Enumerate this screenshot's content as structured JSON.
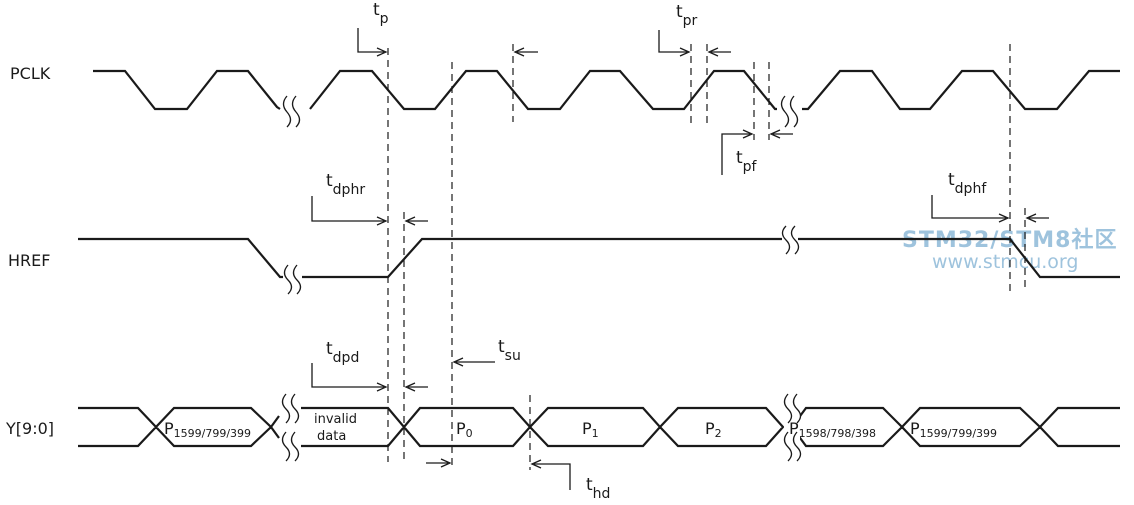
{
  "signals": {
    "pclk": "PCLK",
    "href": "HREF",
    "y": "Y[9:0]"
  },
  "timing_labels": {
    "tp": {
      "main": "t",
      "sub": "p"
    },
    "tpr": {
      "main": "t",
      "sub": "pr"
    },
    "tpf": {
      "main": "t",
      "sub": "pf"
    },
    "tdphr": {
      "main": "t",
      "sub": "dphr"
    },
    "tdphf": {
      "main": "t",
      "sub": "dphf"
    },
    "tdpd": {
      "main": "t",
      "sub": "dpd"
    },
    "tsu": {
      "main": "t",
      "sub": "su"
    },
    "thd": {
      "main": "t",
      "sub": "hd"
    }
  },
  "data_cells": {
    "p_last_a": {
      "main": "P",
      "sub": "1599/799/399"
    },
    "invalid_1": "invalid",
    "invalid_2": "data",
    "p0": {
      "main": "P",
      "sub": "0"
    },
    "p1": {
      "main": "P",
      "sub": "1"
    },
    "p2": {
      "main": "P",
      "sub": "2"
    },
    "p_prev": {
      "main": "P",
      "sub": "1598/798/398"
    },
    "p_last_b": {
      "main": "P",
      "sub": "1599/799/399"
    }
  },
  "watermark": {
    "line1": "STM32/STM8社区",
    "line2": "www.stmcu.org"
  }
}
